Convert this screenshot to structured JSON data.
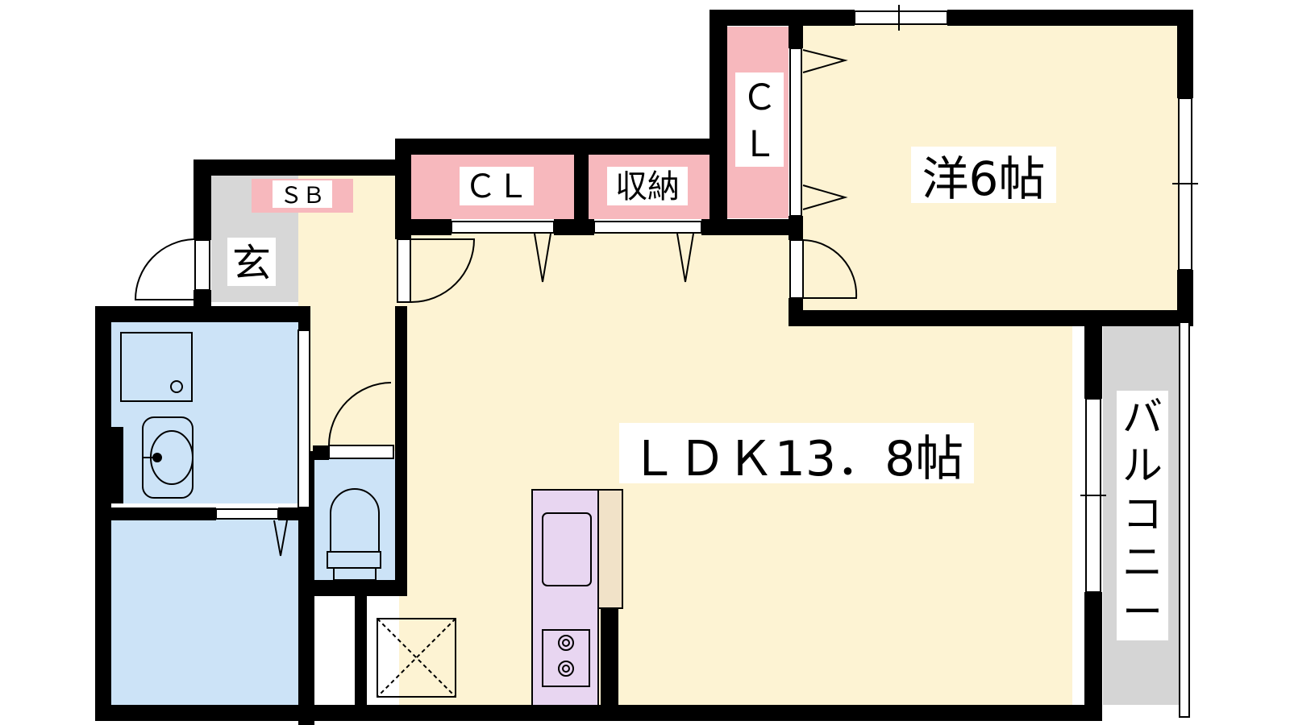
{
  "rooms": {
    "western": {
      "label": "洋6帖"
    },
    "ldk": {
      "label": "ＬＤＫ13．8帖"
    },
    "closet_top": {
      "label_line1": "Ｃ",
      "label_line2": "Ｌ"
    },
    "closet_mid": {
      "label": "ＣＬ"
    },
    "storage": {
      "label": "収納"
    },
    "shoe_box": {
      "label": "ＳＢ"
    },
    "entrance": {
      "label": "玄"
    },
    "balcony": {
      "label_chars": [
        "バ",
        "ル",
        "コ",
        "ニ",
        "ー"
      ]
    }
  },
  "colors": {
    "floor": "#fdf3d3",
    "wet_area": "#cce3f7",
    "closet": "#f7b8bd",
    "kitchen": "#e8d6f1",
    "counter": "#f1e2c8",
    "entrance": "#d7d7d7",
    "balcony": "#d5d5d5",
    "wall": "#000000"
  }
}
